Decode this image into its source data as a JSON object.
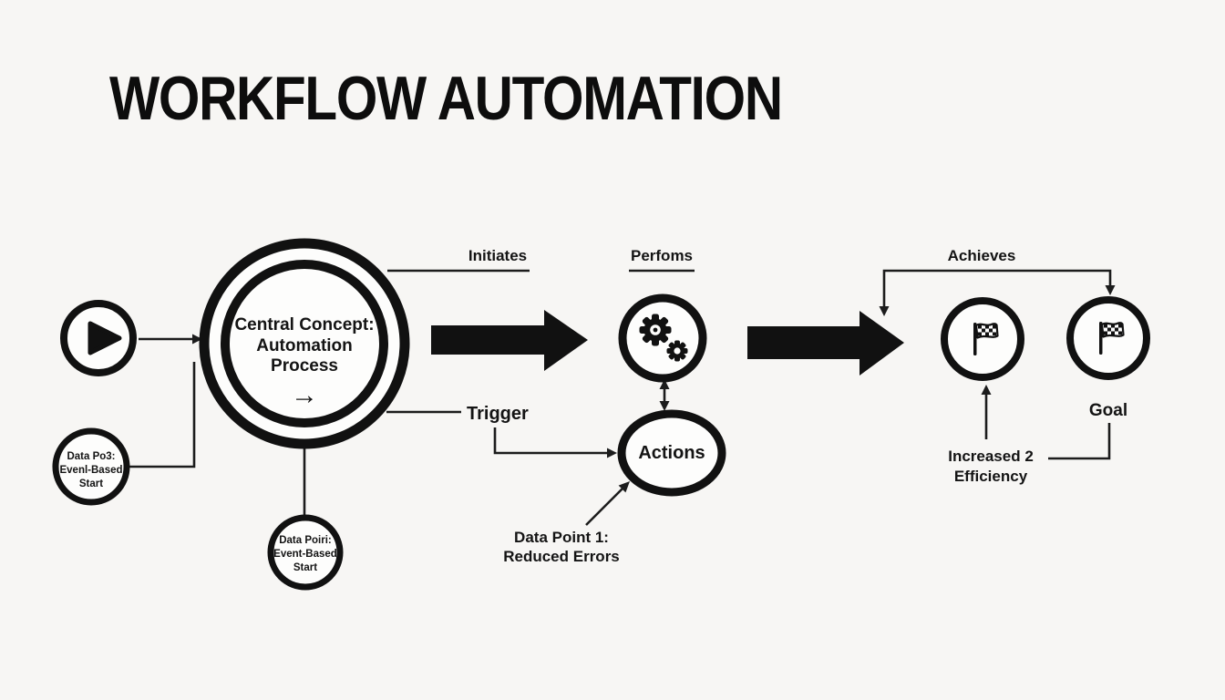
{
  "title": "WORKFLOW AUTOMATION",
  "colors": {
    "ink": "#111111",
    "line": "#1c1c1c",
    "background": "#f7f6f4",
    "node_fill": "#fdfdfc"
  },
  "icons": {
    "start": "play-icon",
    "process": "gears-icon",
    "outcome1": "checkered-flag-icon",
    "outcome2": "checkered-flag-icon"
  },
  "nodes": {
    "central": {
      "lines": [
        "Central Concept:",
        "Automation",
        "Process"
      ],
      "arrow_glyph": "→"
    },
    "actions": {
      "label": "Actions"
    },
    "data_point_3": {
      "lines": [
        "Data Po3:",
        "Evenl-Based",
        "Start"
      ]
    },
    "data_point_event": {
      "lines": [
        "Data Poiri:",
        "Event-Based",
        "Start"
      ]
    }
  },
  "labels": {
    "initiates": "Initiates",
    "performs": "Perfoms",
    "trigger": "Trigger",
    "achieves": "Achieves",
    "goal": "Goal",
    "data_point_1": [
      "Data Point 1:",
      "Reduced Errors"
    ],
    "increased_efficiency": [
      "Increased 2",
      "Efficiency"
    ]
  }
}
